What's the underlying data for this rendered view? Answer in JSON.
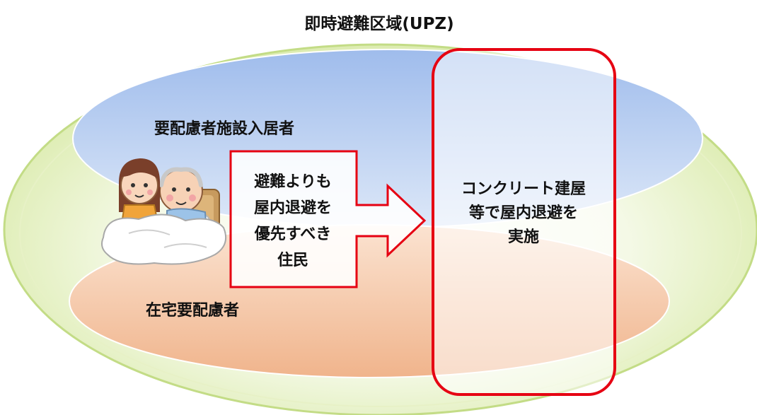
{
  "zone_title": "即時避難区域(UPZ)",
  "groups": {
    "facility_residents": "要配慮者施設入居者",
    "home_residents": "在宅要配慮者"
  },
  "priority_box": {
    "lines": [
      "避難よりも",
      "屋内退避を",
      "優先すべき",
      "住民"
    ]
  },
  "action_box": {
    "lines": [
      "コンクリート建屋",
      "等で屋内退避を",
      "実施"
    ]
  },
  "colors": {
    "outer_zone": "#d8eaa6",
    "facility_ellipse": "#b9cdf0",
    "home_ellipse": "#f3c19f",
    "arrow_border": "#e60012",
    "action_border": "#e60012"
  },
  "illustration": "caregiver-and-bedridden-elder-icon"
}
